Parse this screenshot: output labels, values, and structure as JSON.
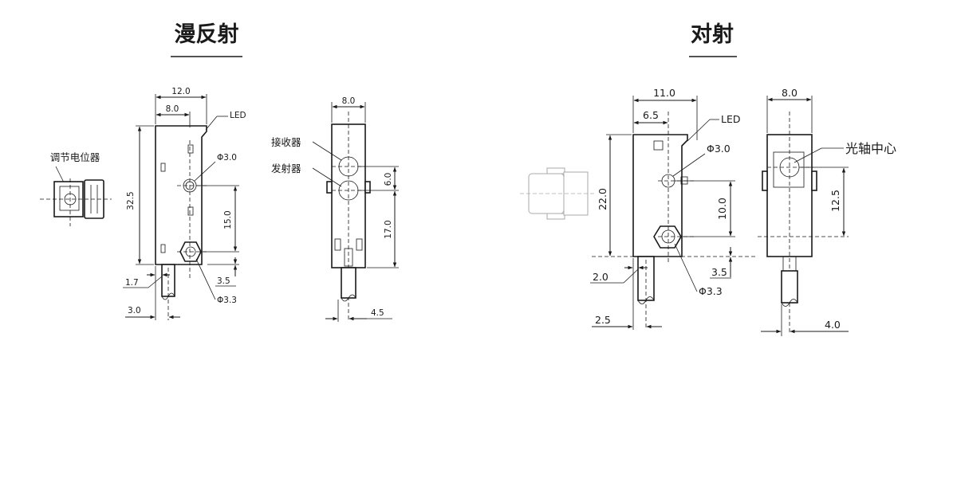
{
  "left": {
    "title": "漫反射",
    "adjust_label": "调节电位器",
    "led_label": "LED",
    "receiver_label": "接收器",
    "emitter_label": "发射器",
    "dims": {
      "width_total": "12.0",
      "width_inner": "8.0",
      "height_total": "32.5",
      "hole_spacing": "15.0",
      "led_dia": "Φ3.0",
      "mount_dia": "Φ3.3",
      "bottom_offset": "3.5",
      "cable_offset": "1.7",
      "cable_pos": "3.0",
      "side_width": "8.0",
      "lens_spacing": "6.0",
      "side_height": "17.0",
      "side_cable": "4.5"
    }
  },
  "right": {
    "title": "对射",
    "led_label": "LED",
    "optical_center_label": "光轴中心",
    "dims": {
      "width_total": "11.0",
      "width_inner": "6.5",
      "height_total": "22.0",
      "hole_spacing": "10.0",
      "led_dia": "Φ3.0",
      "mount_dia": "Φ3.3",
      "bottom_offset": "3.5",
      "cable_offset": "2.0",
      "cable_pos": "2.5",
      "side_width": "8.0",
      "side_height": "12.5",
      "side_cable": "4.0"
    }
  }
}
